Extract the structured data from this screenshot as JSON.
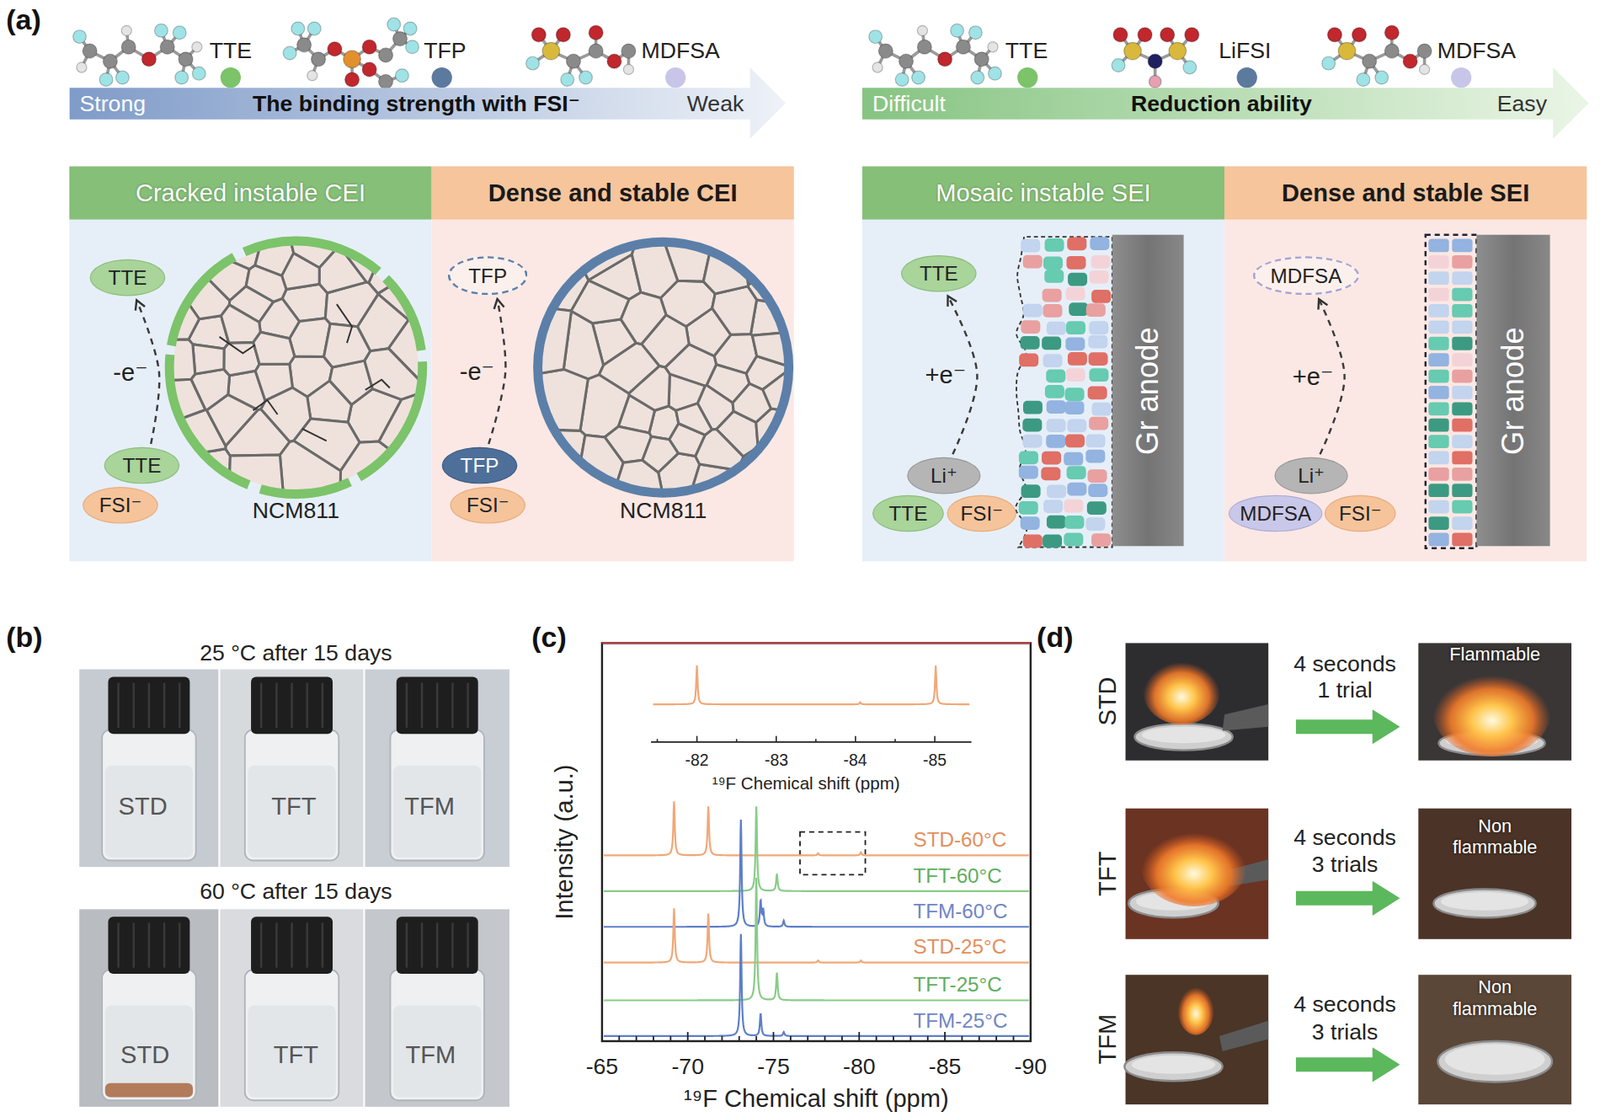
{
  "diagram": {
    "nodes": [
      {
        "text": [
          "Strong",
          "The binding strength with FSI⁻",
          "Weak"
        ]
      },
      {
        "text": [
          "Difficult",
          "Reduction ability",
          "Easy"
        ]
      },
      {
        "text": [
          "Cracked instable CEI"
        ]
      },
      {
        "text": [
          "TTE"
        ],
        "in": 2
      },
      {
        "text": [
          "TTE"
        ],
        "in": 2
      },
      {
        "text": [
          "FSI⁻"
        ],
        "in": 2
      },
      {
        "text": [
          "Dense and stable CEI"
        ]
      },
      {
        "text": [
          "TFP"
        ],
        "in": 6
      },
      {
        "text": [
          "TFP"
        ],
        "in": 6
      },
      {
        "text": [
          "FSI⁻"
        ],
        "in": 6
      },
      {
        "text": [
          "Mosaic instable SEI"
        ]
      },
      {
        "text": [
          "TTE"
        ],
        "in": 10
      },
      {
        "text": [
          "Li⁺"
        ],
        "in": 10
      },
      {
        "text": [
          "TTE"
        ],
        "in": 10
      },
      {
        "text": [
          "FSI⁻"
        ],
        "in": 10
      },
      {
        "text": [
          "Gr anode"
        ],
        "in": 10
      },
      {
        "text": [
          "Dense and stable SEI"
        ]
      },
      {
        "text": [
          "MDFSA"
        ],
        "in": 16
      },
      {
        "text": [
          "Li⁺"
        ],
        "in": 16
      },
      {
        "text": [
          "MDFSA"
        ],
        "in": 16
      },
      {
        "text": [
          "FSI⁻"
        ],
        "in": 16
      },
      {
        "text": [
          "Gr anode"
        ],
        "in": 16
      }
    ],
    "edges": [
      {
        "from": 4,
        "to": 3,
        "label": "-e⁻",
        "arrow": "to"
      },
      {
        "from": 8,
        "to": 7,
        "label": "-e⁻",
        "arrow": "to"
      },
      {
        "from": 12,
        "to": 11,
        "label": "+e⁻",
        "arrow": "to"
      },
      {
        "from": 18,
        "to": 17,
        "label": "+e⁻",
        "arrow": "to"
      }
    ],
    "labels": [
      "(a)",
      "TTE",
      "TFP",
      "MDFSA",
      "TTE",
      "LiFSI",
      "MDFSA",
      "NCM811",
      "NCM811",
      "(b)",
      "25 °C after 15 days",
      "STD",
      "TFT",
      "TFM",
      "60 °C after 15 days",
      "STD",
      "TFT",
      "TFM",
      "(c)",
      "-82",
      "-83",
      "-84",
      "-85",
      "¹⁹F Chemical shift (ppm)",
      "Intensity (a.u.)",
      "STD-60°C",
      "TFT-60°C",
      "TFM-60°C",
      "STD-25°C",
      "TFT-25°C",
      "TFM-25°C",
      "-65",
      "-70",
      "-75",
      "-80",
      "-85",
      "-90",
      "¹⁹F Chemical shift (ppm)",
      "(d)",
      "STD",
      "4 seconds",
      "1 trial",
      "Flammable",
      "TFT",
      "4 seconds",
      "3 trials",
      "Non flammable",
      "TFM",
      "4 seconds",
      "3 trials",
      "Non flammable"
    ]
  }
}
